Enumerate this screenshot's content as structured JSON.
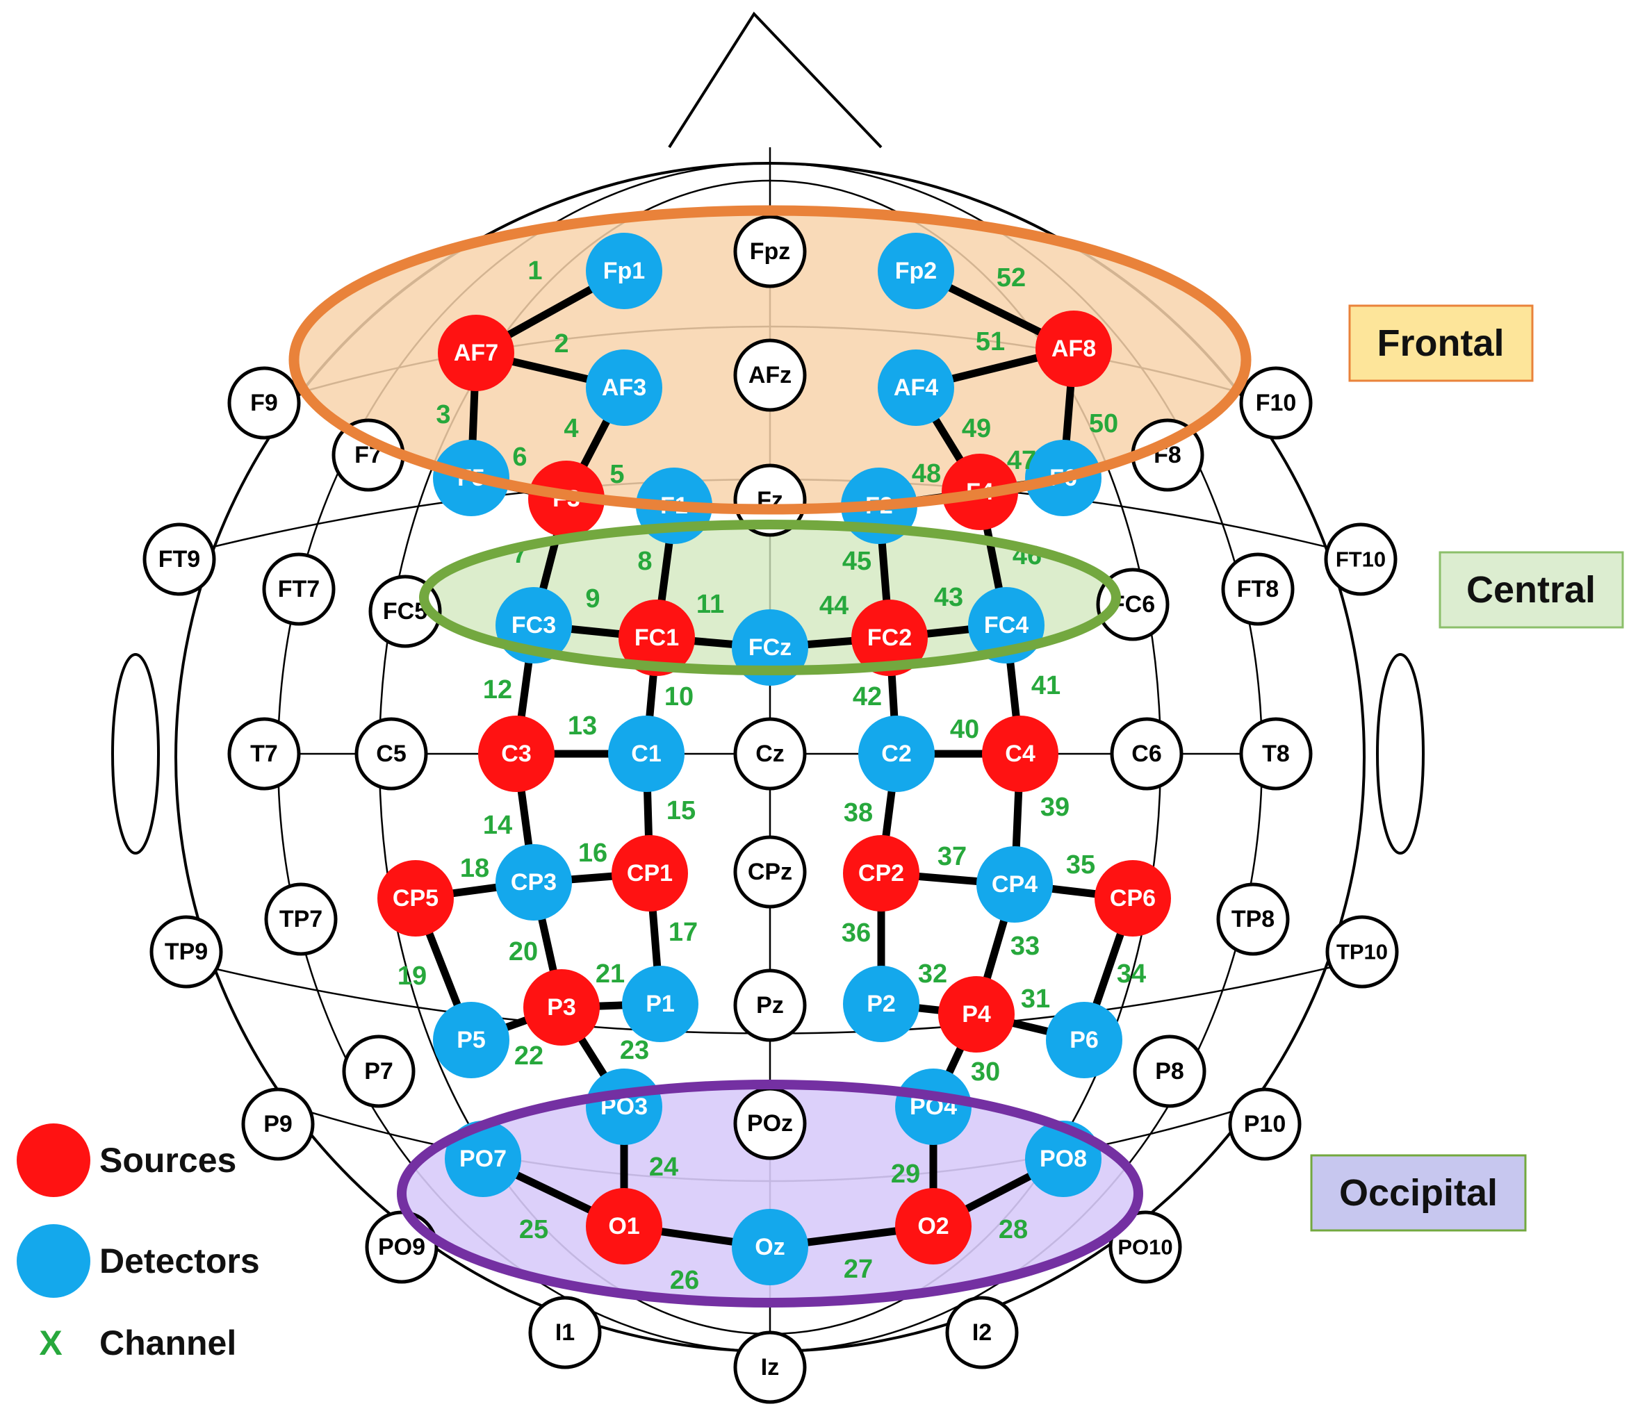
{
  "montage": {
    "nodes": [
      {
        "label": "Fpz",
        "type": "plain"
      },
      {
        "label": "Fp1",
        "type": "detector"
      },
      {
        "label": "Fp2",
        "type": "detector"
      },
      {
        "label": "AF7",
        "type": "source"
      },
      {
        "label": "AF3",
        "type": "detector"
      },
      {
        "label": "AFz",
        "type": "plain"
      },
      {
        "label": "AF4",
        "type": "detector"
      },
      {
        "label": "AF8",
        "type": "source"
      },
      {
        "label": "F9",
        "type": "plain"
      },
      {
        "label": "F7",
        "type": "plain"
      },
      {
        "label": "F5",
        "type": "detector"
      },
      {
        "label": "F3",
        "type": "source"
      },
      {
        "label": "F1",
        "type": "detector"
      },
      {
        "label": "Fz",
        "type": "plain"
      },
      {
        "label": "F2",
        "type": "detector"
      },
      {
        "label": "F4",
        "type": "source"
      },
      {
        "label": "F6",
        "type": "detector"
      },
      {
        "label": "F8",
        "type": "plain"
      },
      {
        "label": "F10",
        "type": "plain"
      },
      {
        "label": "FT9",
        "type": "plain"
      },
      {
        "label": "FT7",
        "type": "plain"
      },
      {
        "label": "FC5",
        "type": "plain"
      },
      {
        "label": "FC3",
        "type": "detector"
      },
      {
        "label": "FC1",
        "type": "source"
      },
      {
        "label": "FCz",
        "type": "detector"
      },
      {
        "label": "FC2",
        "type": "source"
      },
      {
        "label": "FC4",
        "type": "detector"
      },
      {
        "label": "FC6",
        "type": "plain"
      },
      {
        "label": "FT8",
        "type": "plain"
      },
      {
        "label": "FT10",
        "type": "plain"
      },
      {
        "label": "T7",
        "type": "plain"
      },
      {
        "label": "C5",
        "type": "plain"
      },
      {
        "label": "C3",
        "type": "source"
      },
      {
        "label": "C1",
        "type": "detector"
      },
      {
        "label": "Cz",
        "type": "plain"
      },
      {
        "label": "C2",
        "type": "detector"
      },
      {
        "label": "C4",
        "type": "source"
      },
      {
        "label": "C6",
        "type": "plain"
      },
      {
        "label": "T8",
        "type": "plain"
      },
      {
        "label": "TP9",
        "type": "plain"
      },
      {
        "label": "TP7",
        "type": "plain"
      },
      {
        "label": "CP5",
        "type": "source"
      },
      {
        "label": "CP3",
        "type": "detector"
      },
      {
        "label": "CP1",
        "type": "source"
      },
      {
        "label": "CPz",
        "type": "plain"
      },
      {
        "label": "CP2",
        "type": "source"
      },
      {
        "label": "CP4",
        "type": "detector"
      },
      {
        "label": "CP6",
        "type": "source"
      },
      {
        "label": "TP8",
        "type": "plain"
      },
      {
        "label": "TP10",
        "type": "plain"
      },
      {
        "label": "P9",
        "type": "plain"
      },
      {
        "label": "P7",
        "type": "plain"
      },
      {
        "label": "P5",
        "type": "detector"
      },
      {
        "label": "P3",
        "type": "source"
      },
      {
        "label": "P1",
        "type": "detector"
      },
      {
        "label": "Pz",
        "type": "plain"
      },
      {
        "label": "P2",
        "type": "detector"
      },
      {
        "label": "P4",
        "type": "source"
      },
      {
        "label": "P6",
        "type": "detector"
      },
      {
        "label": "P8",
        "type": "plain"
      },
      {
        "label": "P10",
        "type": "plain"
      },
      {
        "label": "PO9",
        "type": "plain"
      },
      {
        "label": "PO7",
        "type": "detector"
      },
      {
        "label": "PO3",
        "type": "detector"
      },
      {
        "label": "POz",
        "type": "plain"
      },
      {
        "label": "PO4",
        "type": "detector"
      },
      {
        "label": "PO8",
        "type": "detector"
      },
      {
        "label": "PO10",
        "type": "plain"
      },
      {
        "label": "O1",
        "type": "source"
      },
      {
        "label": "Oz",
        "type": "detector"
      },
      {
        "label": "O2",
        "type": "source"
      },
      {
        "label": "I1",
        "type": "plain"
      },
      {
        "label": "Iz",
        "type": "plain"
      },
      {
        "label": "I2",
        "type": "plain"
      }
    ],
    "channels": [
      {
        "number": "1",
        "from": "AF7",
        "to": "Fp1"
      },
      {
        "number": "2",
        "from": "AF7",
        "to": "AF3"
      },
      {
        "number": "3",
        "from": "AF7",
        "to": "F5"
      },
      {
        "number": "4",
        "from": "F3",
        "to": "AF3"
      },
      {
        "number": "5",
        "from": "F3",
        "to": "F1"
      },
      {
        "number": "6",
        "from": "F3",
        "to": "F5"
      },
      {
        "number": "7",
        "from": "F3",
        "to": "FC3"
      },
      {
        "number": "8",
        "from": "FC1",
        "to": "F1"
      },
      {
        "number": "9",
        "from": "FC1",
        "to": "FC3"
      },
      {
        "number": "10",
        "from": "FC1",
        "to": "C1"
      },
      {
        "number": "11",
        "from": "FC1",
        "to": "FCz"
      },
      {
        "number": "12",
        "from": "C3",
        "to": "FC3"
      },
      {
        "number": "13",
        "from": "C3",
        "to": "C1"
      },
      {
        "number": "14",
        "from": "C3",
        "to": "CP3"
      },
      {
        "number": "15",
        "from": "CP1",
        "to": "C1"
      },
      {
        "number": "16",
        "from": "CP1",
        "to": "CP3"
      },
      {
        "number": "17",
        "from": "CP1",
        "to": "P1"
      },
      {
        "number": "18",
        "from": "CP5",
        "to": "CP3"
      },
      {
        "number": "19",
        "from": "CP5",
        "to": "P5"
      },
      {
        "number": "20",
        "from": "P3",
        "to": "CP3"
      },
      {
        "number": "21",
        "from": "P3",
        "to": "P1"
      },
      {
        "number": "22",
        "from": "P3",
        "to": "P5"
      },
      {
        "number": "23",
        "from": "P3",
        "to": "PO3"
      },
      {
        "number": "24",
        "from": "O1",
        "to": "PO3"
      },
      {
        "number": "25",
        "from": "O1",
        "to": "PO7"
      },
      {
        "number": "26",
        "from": "O1",
        "to": "Oz"
      },
      {
        "number": "27",
        "from": "O2",
        "to": "Oz"
      },
      {
        "number": "28",
        "from": "O2",
        "to": "PO8"
      },
      {
        "number": "29",
        "from": "O2",
        "to": "PO4"
      },
      {
        "number": "30",
        "from": "P4",
        "to": "PO4"
      },
      {
        "number": "31",
        "from": "P4",
        "to": "P6"
      },
      {
        "number": "32",
        "from": "P4",
        "to": "P2"
      },
      {
        "number": "33",
        "from": "P4",
        "to": "CP4"
      },
      {
        "number": "34",
        "from": "CP6",
        "to": "P6"
      },
      {
        "number": "35",
        "from": "CP6",
        "to": "CP4"
      },
      {
        "number": "36",
        "from": "CP2",
        "to": "P2"
      },
      {
        "number": "37",
        "from": "CP2",
        "to": "CP4"
      },
      {
        "number": "38",
        "from": "CP2",
        "to": "C2"
      },
      {
        "number": "39",
        "from": "C4",
        "to": "CP4"
      },
      {
        "number": "40",
        "from": "C4",
        "to": "C2"
      },
      {
        "number": "41",
        "from": "C4",
        "to": "FC4"
      },
      {
        "number": "42",
        "from": "FC2",
        "to": "C2"
      },
      {
        "number": "43",
        "from": "FC2",
        "to": "FC4"
      },
      {
        "number": "44",
        "from": "FC2",
        "to": "FCz"
      },
      {
        "number": "45",
        "from": "FC2",
        "to": "F2"
      },
      {
        "number": "46",
        "from": "F4",
        "to": "FC4"
      },
      {
        "number": "47",
        "from": "F4",
        "to": "F6"
      },
      {
        "number": "48",
        "from": "F4",
        "to": "F2"
      },
      {
        "number": "49",
        "from": "F4",
        "to": "AF4"
      },
      {
        "number": "50",
        "from": "AF8",
        "to": "F6"
      },
      {
        "number": "51",
        "from": "AF8",
        "to": "AF4"
      },
      {
        "number": "52",
        "from": "AF8",
        "to": "Fp2"
      }
    ]
  },
  "regions": {
    "frontal": "Frontal",
    "central": "Central",
    "occipital": "Occipital"
  },
  "legend": {
    "sources": "Sources",
    "detectors": "Detectors",
    "channel_marker": "X",
    "channel": "Channel"
  },
  "colors": {
    "source": "#ff1212",
    "detector": "#14a8ec",
    "plain_fill": "#ffffff",
    "channel_text": "#27a83c",
    "outline": "#000000",
    "frontal_ellipse": "#e9823a",
    "frontal_fill": "#f8d4ab",
    "frontal_box": "#fde59a",
    "central_ellipse": "#73a83f",
    "central_fill": "#d3e8bf",
    "central_box": "#dcedd0",
    "occipital_ellipse": "#7430a2",
    "occipital_fill": "#d8cbf9",
    "occipital_box": "#c7c7ef"
  }
}
